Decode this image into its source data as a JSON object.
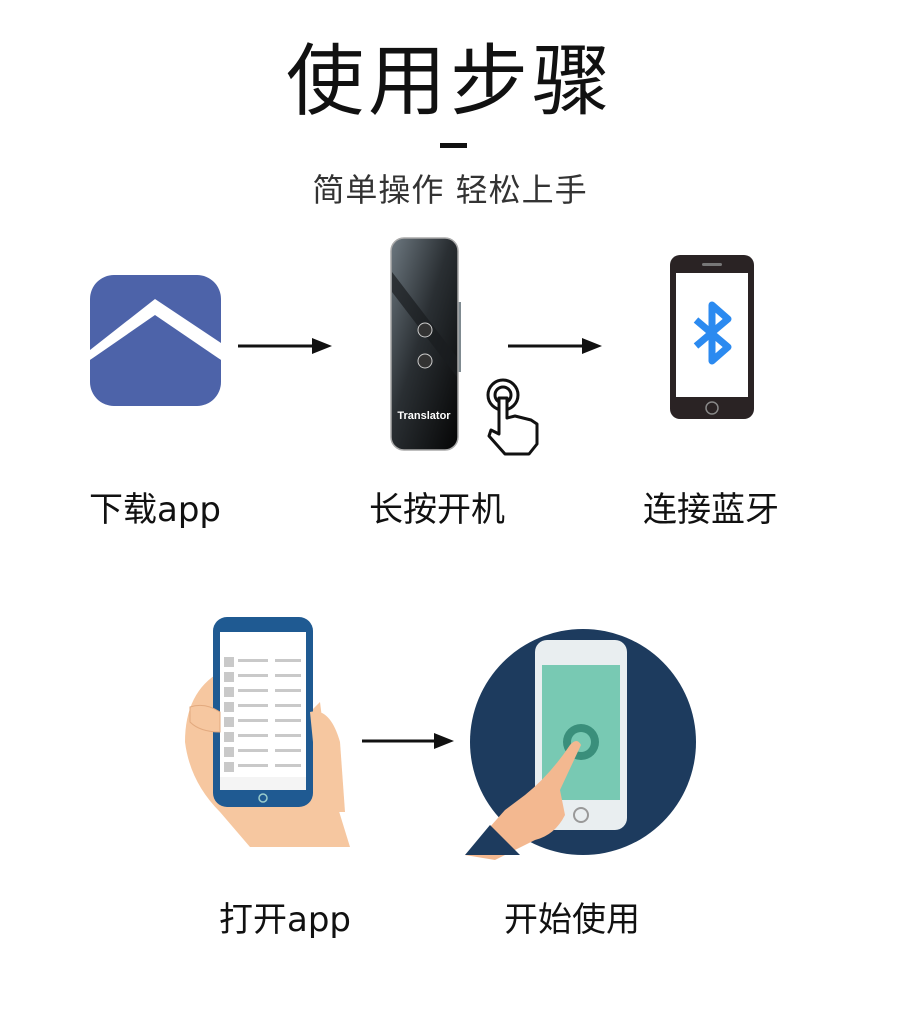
{
  "header": {
    "title": "使用步骤",
    "subtitle": "简单操作 轻松上手"
  },
  "steps": [
    {
      "label": "下载app",
      "icon": "app-icon"
    },
    {
      "label": "长按开机",
      "icon": "translator-device",
      "device_text": "Translator"
    },
    {
      "label": "连接蓝牙",
      "icon": "bluetooth-phone"
    },
    {
      "label": "打开app",
      "icon": "hand-holding-phone"
    },
    {
      "label": "开始使用",
      "icon": "finger-tap-phone"
    }
  ],
  "colors": {
    "app_blue": "#4d63a9",
    "bluetooth_blue": "#2b8af0",
    "circle_navy": "#1d3b5e",
    "screen_teal": "#78c9b3",
    "phone_blue": "#1f5a92"
  }
}
